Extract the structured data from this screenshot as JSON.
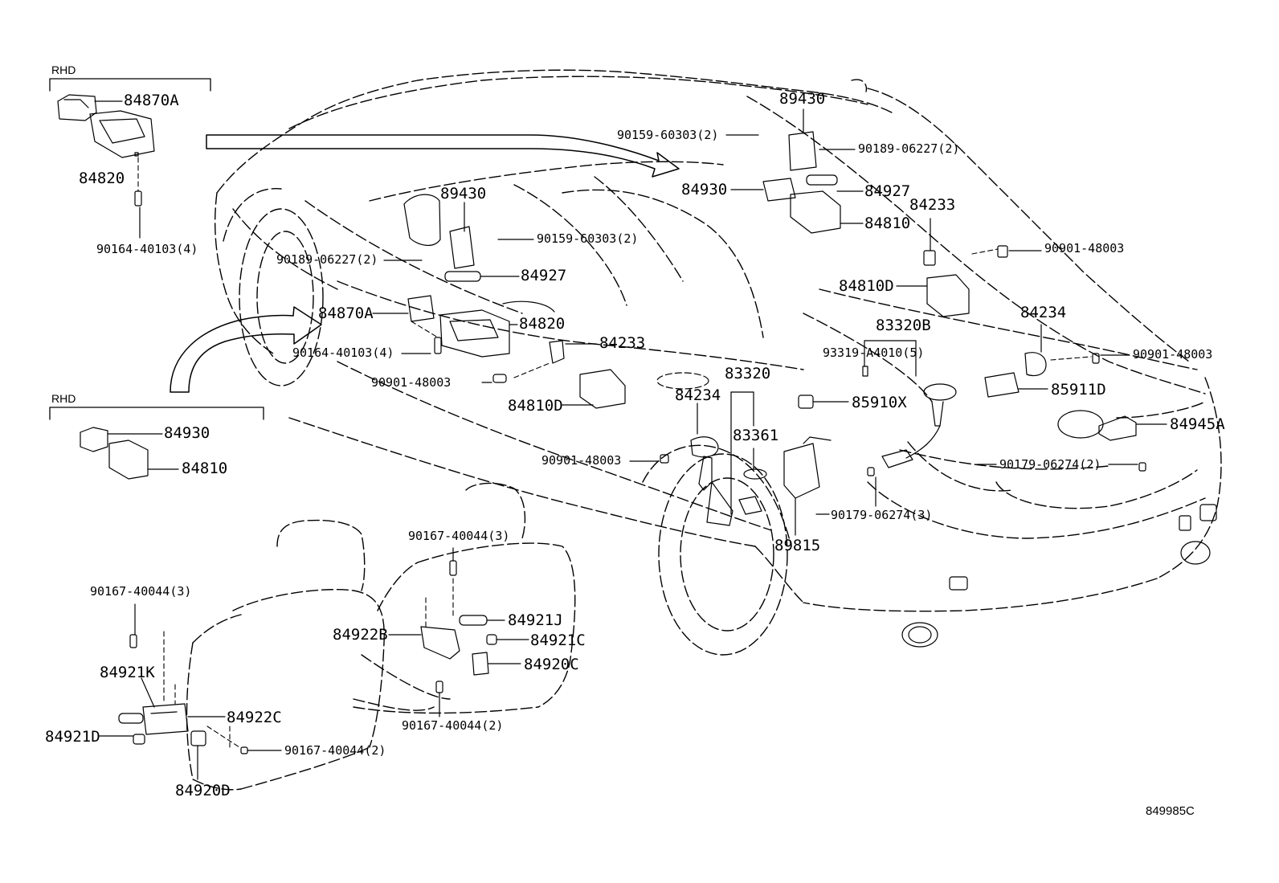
{
  "diagram": {
    "ref_code": "849985C",
    "groups": [
      {
        "id": "rhd1",
        "label": "RHD"
      },
      {
        "id": "rhd2",
        "label": "RHD"
      }
    ],
    "labels": [
      {
        "id": "l84870A_rhd",
        "text": "84870A",
        "size": "big"
      },
      {
        "id": "l84820_rhd",
        "text": "84820",
        "size": "big"
      },
      {
        "id": "l90164_rhd",
        "text": "90164-40103(4)",
        "size": "small"
      },
      {
        "id": "l84930_rhd",
        "text": "84930",
        "size": "big"
      },
      {
        "id": "l84810_rhd",
        "text": "84810",
        "size": "big"
      },
      {
        "id": "l89430_l",
        "text": "89430",
        "size": "big"
      },
      {
        "id": "l90159_l",
        "text": "90159-60303(2)",
        "size": "small"
      },
      {
        "id": "l90189_l",
        "text": "90189-06227(2)",
        "size": "small"
      },
      {
        "id": "l84927_l",
        "text": "84927",
        "size": "big"
      },
      {
        "id": "l84870A",
        "text": "84870A",
        "size": "big"
      },
      {
        "id": "l84820",
        "text": "84820",
        "size": "big"
      },
      {
        "id": "l90164",
        "text": "90164-40103(4)",
        "size": "small"
      },
      {
        "id": "l84233_l",
        "text": "84233",
        "size": "big"
      },
      {
        "id": "l90901_l",
        "text": "90901-48003",
        "size": "small"
      },
      {
        "id": "l84810D_l",
        "text": "84810D",
        "size": "big"
      },
      {
        "id": "l89430_r",
        "text": "89430",
        "size": "big"
      },
      {
        "id": "l90159_r",
        "text": "90159-60303(2)",
        "size": "small"
      },
      {
        "id": "l90189_r",
        "text": "90189-06227(2)",
        "size": "small"
      },
      {
        "id": "l84930",
        "text": "84930",
        "size": "big"
      },
      {
        "id": "l84927_r",
        "text": "84927",
        "size": "big"
      },
      {
        "id": "l84233_r",
        "text": "84233",
        "size": "big"
      },
      {
        "id": "l84810",
        "text": "84810",
        "size": "big"
      },
      {
        "id": "l90901_r1",
        "text": "90901-48003",
        "size": "small"
      },
      {
        "id": "l84810D_r",
        "text": "84810D",
        "size": "big"
      },
      {
        "id": "l83320B",
        "text": "83320B",
        "size": "big"
      },
      {
        "id": "l84234_r",
        "text": "84234",
        "size": "big"
      },
      {
        "id": "l93319",
        "text": "93319-A4010(5)",
        "size": "small"
      },
      {
        "id": "l90901_r2",
        "text": "90901-48003",
        "size": "small"
      },
      {
        "id": "l85911D",
        "text": "85911D",
        "size": "big"
      },
      {
        "id": "l83320",
        "text": "83320",
        "size": "big"
      },
      {
        "id": "l85910X",
        "text": "85910X",
        "size": "big"
      },
      {
        "id": "l84234_c",
        "text": "84234",
        "size": "big"
      },
      {
        "id": "l83361",
        "text": "83361",
        "size": "big"
      },
      {
        "id": "l84945A",
        "text": "84945A",
        "size": "big"
      },
      {
        "id": "l90901_c",
        "text": "90901-48003",
        "size": "small"
      },
      {
        "id": "l90179_2",
        "text": "90179-06274(2)",
        "size": "small"
      },
      {
        "id": "l90179_3",
        "text": "90179-06274(3)",
        "size": "small"
      },
      {
        "id": "l89815",
        "text": "89815",
        "size": "big"
      },
      {
        "id": "l90167_top",
        "text": "90167-40044(3)",
        "size": "small"
      },
      {
        "id": "l90167_left",
        "text": "90167-40044(3)",
        "size": "small"
      },
      {
        "id": "l84921J",
        "text": "84921J",
        "size": "big"
      },
      {
        "id": "l84922B",
        "text": "84922B",
        "size": "big"
      },
      {
        "id": "l84921C",
        "text": "84921C",
        "size": "big"
      },
      {
        "id": "l84920C",
        "text": "84920C",
        "size": "big"
      },
      {
        "id": "l84921K",
        "text": "84921K",
        "size": "big"
      },
      {
        "id": "l84922C",
        "text": "84922C",
        "size": "big"
      },
      {
        "id": "l84921D",
        "text": "84921D",
        "size": "big"
      },
      {
        "id": "l90167_bot",
        "text": "90167-40044(2)",
        "size": "small"
      },
      {
        "id": "l90167_bot2",
        "text": "90167-40044(2)",
        "size": "small"
      },
      {
        "id": "l84920D",
        "text": "84920D",
        "size": "big"
      }
    ]
  }
}
